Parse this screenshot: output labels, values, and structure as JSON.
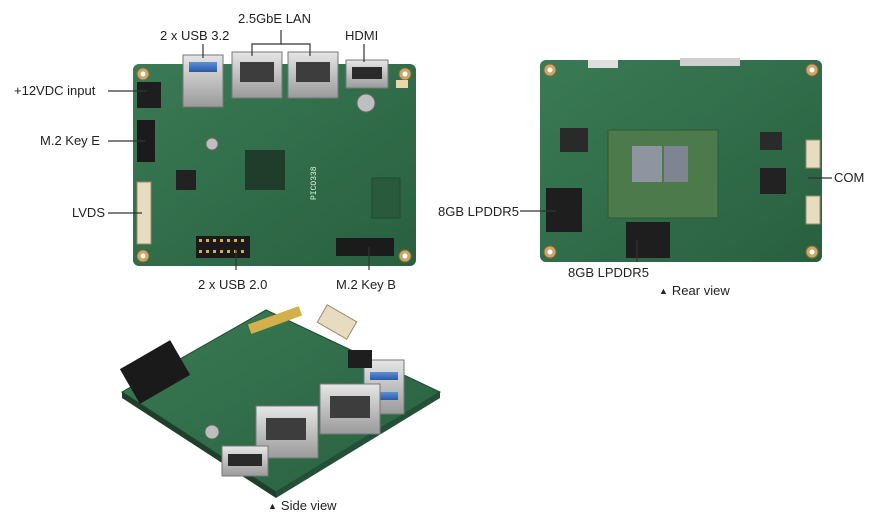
{
  "top_view": {
    "labels": {
      "usb32": "2 x USB 3.2",
      "lan": "2.5GbE LAN",
      "hdmi": "HDMI",
      "dc_input": "+12VDC input",
      "m2_key_e": "M.2 Key E",
      "lvds": "LVDS",
      "usb20": "2 x USB 2.0",
      "m2_key_b": "M.2 Key B"
    },
    "board_silkscreen": "PICO338"
  },
  "rear_view": {
    "labels": {
      "com": "COM",
      "lpddr5_left": "8GB LPDDR5",
      "lpddr5_bottom": "8GB LPDDR5"
    },
    "caption": "Rear view"
  },
  "side_view": {
    "caption": "Side view"
  },
  "colors": {
    "pcb": "#2f6b4a",
    "pcb_dark": "#244f38",
    "leader": "#333333",
    "caption_marker": "#333333"
  },
  "icons": {
    "caption_marker": "triangle-up-icon"
  }
}
